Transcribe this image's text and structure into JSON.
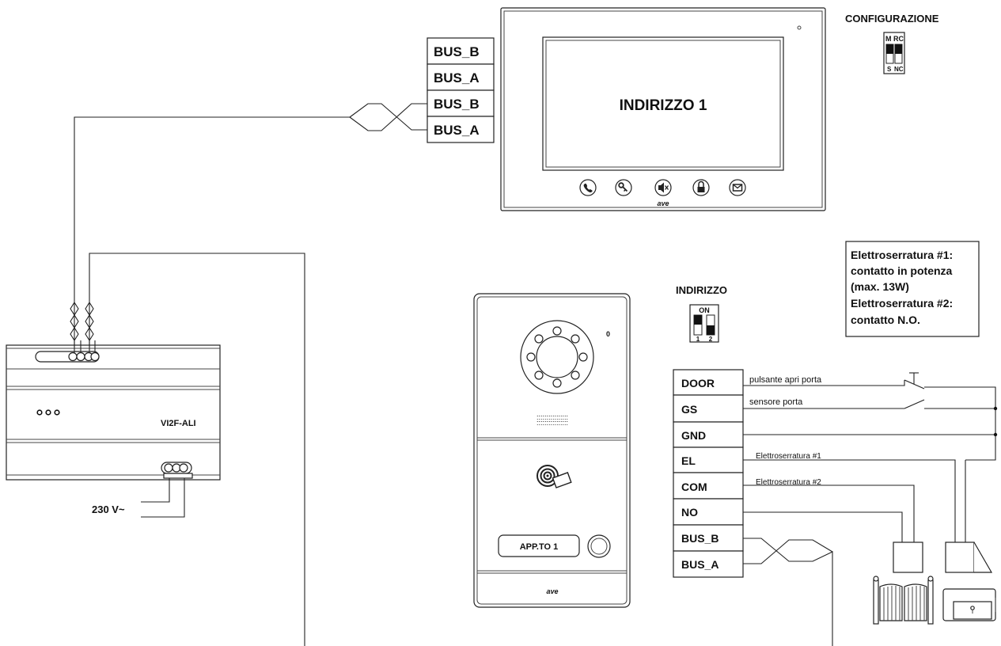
{
  "monitor": {
    "screen_label": "INDIRIZZO 1",
    "brand": "ave",
    "terminals": [
      "BUS_B",
      "BUS_A",
      "BUS_B",
      "BUS_A"
    ],
    "buttons": [
      "phone-icon",
      "key-icon",
      "mute-icon",
      "lock-icon",
      "mail-icon"
    ]
  },
  "config_switch": {
    "title": "CONFIGURAZIONE",
    "top_left": "M",
    "top_right": "RC",
    "bottom_left": "S",
    "bottom_right": "NC"
  },
  "power_supply": {
    "model": "VI2F-ALI",
    "mains_label": "230 V~"
  },
  "door_station": {
    "name_tag": "APP.TO 1",
    "brand": "ave",
    "address_title": "INDIRIZZO",
    "switch_on": "ON",
    "switch_1": "1",
    "switch_2": "2"
  },
  "note": {
    "lines": [
      "Elettroserratura #1:",
      "contatto in potenza",
      "(max. 13W)",
      "Elettroserratura #2:",
      "contatto N.O."
    ]
  },
  "door_terminals": {
    "labels": [
      "DOOR",
      "GS",
      "GND",
      "EL",
      "COM",
      "NO",
      "BUS_B",
      "BUS_A"
    ],
    "wire_labels": {
      "door": "pulsante apri porta",
      "gs": "sensore porta",
      "el": "Elettroserratura #1",
      "com": "Elettroserratura #2"
    }
  }
}
